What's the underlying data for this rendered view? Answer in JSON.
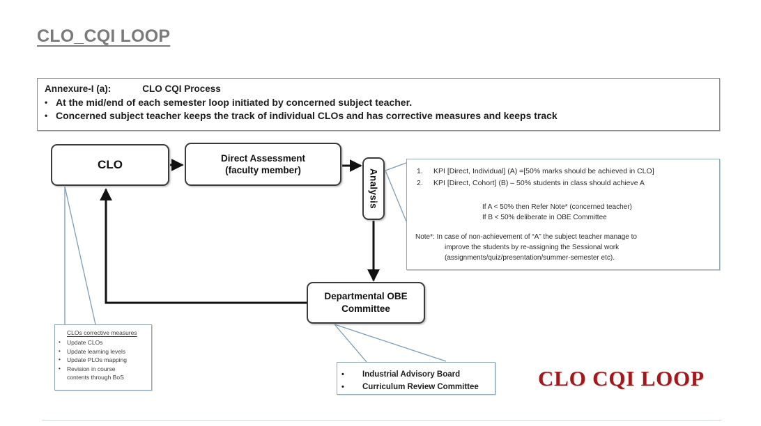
{
  "page": {
    "title": "CLO_CQI LOOP",
    "title_color": "#7a7a78",
    "red_logo": "CLO CQI LOOP",
    "red_logo_color": "#9b1c20"
  },
  "annexure": {
    "heading": "Annexure-I (a):            CLO CQI Process",
    "bullet_glyph": "•",
    "bullets": [
      "At the mid/end of  each semester loop initiated by concerned subject teacher.",
      "Concerned subject teacher keeps the track of individual CLOs and has corrective measures and keeps track"
    ]
  },
  "flow": {
    "clo": "CLO",
    "direct_assessment_line1": "Direct Assessment",
    "direct_assessment_line2": "(faculty member)",
    "analysis": "Analysis",
    "obe_line1": "Departmental OBE",
    "obe_line2": "Committee"
  },
  "kpi": {
    "items": [
      {
        "num": "1.",
        "text": "KPI [Direct, Individual] (A) =[50% marks should be achieved in CLO]"
      },
      {
        "num": "2.",
        "text": "KPI [Direct, Cohort] (B) – 50% students in class should achieve A"
      }
    ],
    "conditions": [
      "If A < 50% then Refer Note* (concerned teacher)",
      "If B < 50% deliberate in OBE Committee"
    ],
    "note_line1": "Note*:  In case of non-achievement  of “A” the subject teacher manage to",
    "note_line2": "improve the students by  re-assigning the Sessional work",
    "note_line3": "(assignments/quiz/presentation/summer-semester etc)."
  },
  "corrective_measures": {
    "title": "CLOs corrective measures",
    "bullet_glyph": "•",
    "items": [
      "Update CLOs",
      "Update learning levels",
      "Update PLOs mapping",
      "Revision in course"
    ],
    "continuation": "contents through BoS"
  },
  "advisory": {
    "bullet_glyph": "•",
    "items": [
      "Industrial Advisory Board",
      "Curriculum Review Committee"
    ]
  },
  "colors": {
    "flow_border": "#3a3a3a",
    "callout_border": "#8fa8bd",
    "arrow": "#111111",
    "leader_line": "#7e9cb5"
  }
}
